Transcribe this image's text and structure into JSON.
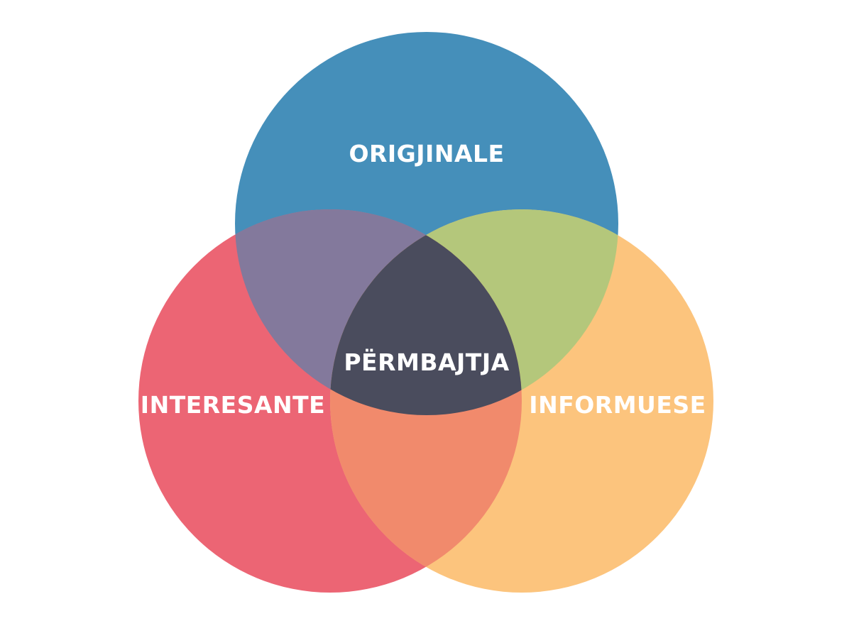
{
  "diagram": {
    "sets": [
      {
        "id": "top",
        "label": "ORIGJINALE",
        "color": "#458FBA"
      },
      {
        "id": "left",
        "label": "INTERESANTE",
        "color": "#EC6574"
      },
      {
        "id": "right",
        "label": "INFORMUESE",
        "color": "#FCC47D"
      }
    ],
    "overlaps": {
      "top_left": "#83799C",
      "top_right": "#B4C77B",
      "left_right": "#F18A6C",
      "center": "#4A4C5D"
    },
    "center_label": "PËRMBAJTJA"
  }
}
